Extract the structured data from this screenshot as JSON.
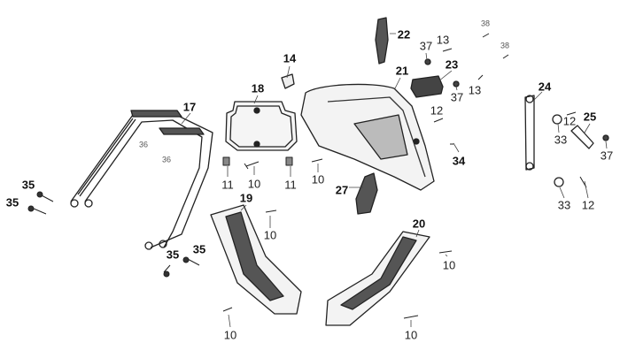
{
  "diagram": {
    "labels": [
      "22",
      "37",
      "13",
      "38",
      "38",
      "14",
      "18",
      "21",
      "23",
      "13",
      "37",
      "24",
      "17",
      "12",
      "12",
      "25",
      "36",
      "36",
      "33",
      "34",
      "37",
      "35",
      "35",
      "11",
      "10",
      "11",
      "10",
      "27",
      "33",
      "12",
      "19",
      "10",
      "20",
      "10",
      "35",
      "35",
      "10",
      "10"
    ],
    "parts": [
      "rear-rack-17",
      "cover-18",
      "rear-fender-21",
      "turn-signal-22",
      "reflector-23",
      "handle-bar-24",
      "bracket-25",
      "turn-signal-27",
      "side-cover-19",
      "side-cover-20",
      "clip-14"
    ]
  }
}
